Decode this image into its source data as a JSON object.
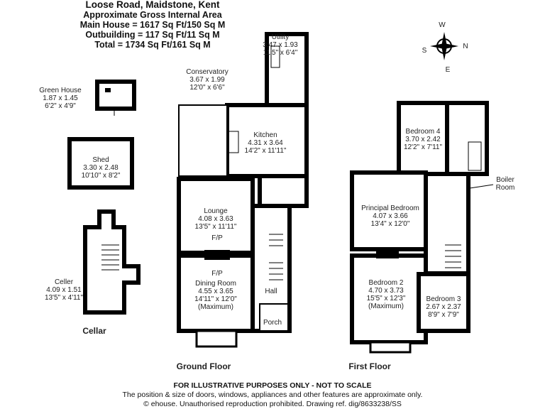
{
  "header": {
    "address": "Loose Road, Maidstone, Kent",
    "subtitle": "Approximate Gross Internal Area",
    "main_house": "Main House = 1617 Sq Ft/150 Sq M",
    "outbuilding": "Outbuilding = 117 Sq Ft/11 Sq M",
    "total": "Total = 1734 Sq Ft/161 Sq M"
  },
  "compass": {
    "top": "W",
    "right": "N",
    "bottom": "E",
    "left": "S"
  },
  "outbuildings": {
    "greenhouse": {
      "name": "Green House",
      "metric": "1.87 x 1.45",
      "imperial": "6'2\" x 4'9\""
    },
    "shed": {
      "name": "Shed",
      "metric": "3.30 x 2.48",
      "imperial": "10'10\" x 8'2\""
    },
    "celler": {
      "name": "Celler",
      "metric": "4.09 x 1.51",
      "imperial": "13'5\" x 4'11\""
    },
    "cellar_label": "Cellar"
  },
  "ground_floor": {
    "label": "Ground Floor",
    "utility": {
      "name": "Utility",
      "metric": "3.47 x 1.93",
      "imperial": "11'5\" x 6'4\""
    },
    "conservatory": {
      "name": "Conservatory",
      "metric": "3.67 x 1.99",
      "imperial": "12'0\" x 6'6\""
    },
    "kitchen": {
      "name": "Kitchen",
      "metric": "4.31 x 3.64",
      "imperial": "14'2\" x 11'11\""
    },
    "lounge": {
      "name": "Lounge",
      "metric": "4.08 x 3.63",
      "imperial": "13'5\" x 11'11\""
    },
    "fp_top": "F/P",
    "fp_bottom": "F/P",
    "dining": {
      "name": "Dining Room",
      "metric": "4.55 x 3.65",
      "imperial": "14'11\" x 12'0\"",
      "note": "(Maximum)"
    },
    "hall": "Hall",
    "porch": "Porch"
  },
  "first_floor": {
    "label": "First Floor",
    "bedroom4": {
      "name": "Bedroom 4",
      "metric": "3.70 x 2.42",
      "imperial": "12'2\" x 7'11\""
    },
    "boiler": {
      "line1": "Boiler",
      "line2": "Room"
    },
    "principal": {
      "name": "Principal Bedroom",
      "metric": "4.07 x 3.66",
      "imperial": "13'4\" x 12'0\""
    },
    "bedroom2": {
      "name": "Bedroom 2",
      "metric": "4.70 x 3.73",
      "imperial": "15'5\" x 12'3\"",
      "note": "(Maximum)"
    },
    "bedroom3": {
      "name": "Bedroom 3",
      "metric": "2.67 x 2.37",
      "imperial": "8'9\" x 7'9\""
    }
  },
  "footer": {
    "disclaimer": "FOR ILLUSTRATIVE PURPOSES ONLY - NOT TO SCALE",
    "note": "The position & size of doors, windows, appliances and other features are approximate only.",
    "copyright": "© ehouse. Unauthorised reproduction prohibited. Drawing ref. dig/8633238/SS"
  }
}
